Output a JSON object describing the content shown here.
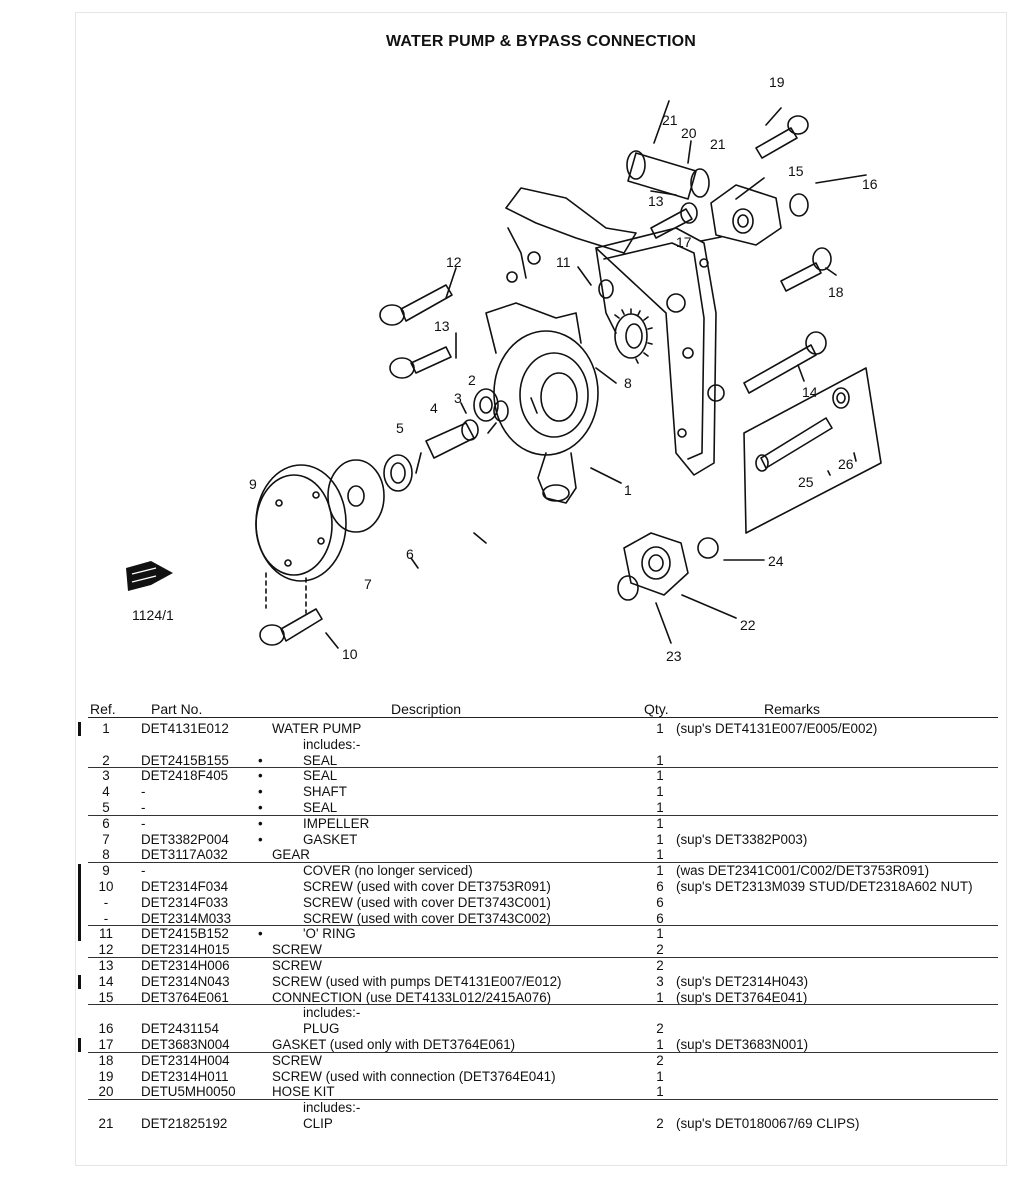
{
  "title": "WATER PUMP & BYPASS CONNECTION",
  "diagram": {
    "figure_ref": "1124/1",
    "callouts": [
      "1",
      "2",
      "3",
      "4",
      "5",
      "6",
      "7",
      "8",
      "9",
      "10",
      "11",
      "12",
      "13",
      "13",
      "14",
      "15",
      "16",
      "17",
      "18",
      "19",
      "20",
      "21",
      "21",
      "22",
      "23",
      "24",
      "25",
      "26"
    ]
  },
  "columns": {
    "ref": "Ref.",
    "part": "Part No.",
    "desc": "Description",
    "qty": "Qty.",
    "remarks": "Remarks"
  },
  "rows": [
    {
      "ref": "1",
      "part": "DET4131E012",
      "bullet": "",
      "desc": "WATER PUMP",
      "qty": "1",
      "remarks": "(sup's DET4131E007/E005/E002)"
    },
    {
      "ref": "",
      "part": "",
      "bullet": "",
      "desc": "includes:-",
      "qty": "",
      "remarks": ""
    },
    {
      "ref": "2",
      "part": "DET2415B155",
      "bullet": "•",
      "desc": "SEAL",
      "qty": "1",
      "remarks": ""
    },
    {
      "ref": "3",
      "part": "DET2418F405",
      "bullet": "•",
      "desc": "SEAL",
      "qty": "1",
      "remarks": ""
    },
    {
      "ref": "4",
      "part": "-",
      "bullet": "•",
      "desc": "SHAFT",
      "qty": "1",
      "remarks": ""
    },
    {
      "ref": "5",
      "part": "-",
      "bullet": "•",
      "desc": "SEAL",
      "qty": "1",
      "remarks": ""
    },
    {
      "ref": "6",
      "part": "-",
      "bullet": "•",
      "desc": "IMPELLER",
      "qty": "1",
      "remarks": ""
    },
    {
      "ref": "7",
      "part": "DET3382P004",
      "bullet": "•",
      "desc": "GASKET",
      "qty": "1",
      "remarks": "(sup's DET3382P003)"
    },
    {
      "ref": "8",
      "part": "DET3117A032",
      "bullet": "",
      "desc": "GEAR",
      "qty": "1",
      "remarks": ""
    },
    {
      "ref": "9",
      "part": "-",
      "bullet": "",
      "desc": "COVER  (no longer serviced)",
      "qty": "1",
      "remarks": "(was DET2341C001/C002/DET3753R091)"
    },
    {
      "ref": "10",
      "part": "DET2314F034",
      "bullet": "",
      "desc": "SCREW  (used with cover DET3753R091)",
      "qty": "6",
      "remarks": "(sup's DET2313M039 STUD/DET2318A602 NUT)"
    },
    {
      "ref": "-",
      "part": "DET2314F033",
      "bullet": "",
      "desc": "SCREW  (used with cover DET3743C001)",
      "qty": "6",
      "remarks": ""
    },
    {
      "ref": "-",
      "part": "DET2314M033",
      "bullet": "",
      "desc": "SCREW  (used with cover DET3743C002)",
      "qty": "6",
      "remarks": ""
    },
    {
      "ref": "11",
      "part": "DET2415B152",
      "bullet": "•",
      "desc": "'O' RING",
      "qty": "1",
      "remarks": ""
    },
    {
      "ref": "12",
      "part": "DET2314H015",
      "bullet": "",
      "desc": "SCREW",
      "qty": "2",
      "remarks": ""
    },
    {
      "ref": "13",
      "part": "DET2314H006",
      "bullet": "",
      "desc": "SCREW",
      "qty": "2",
      "remarks": ""
    },
    {
      "ref": "14",
      "part": "DET2314N043",
      "bullet": "",
      "desc": "SCREW  (used with pumps DET4131E007/E012)",
      "qty": "3",
      "remarks": "(sup's DET2314H043)"
    },
    {
      "ref": "15",
      "part": "DET3764E061",
      "bullet": "",
      "desc": "CONNECTION  (use DET4133L012/2415A076)",
      "qty": "1",
      "remarks": "(sup's DET3764E041)"
    },
    {
      "ref": "",
      "part": "",
      "bullet": "",
      "desc": "includes:-",
      "qty": "",
      "remarks": ""
    },
    {
      "ref": "16",
      "part": "DET2431154",
      "bullet": "",
      "desc": "PLUG",
      "qty": "2",
      "remarks": ""
    },
    {
      "ref": "17",
      "part": "DET3683N004",
      "bullet": "",
      "desc": "GASKET  (used only with DET3764E061)",
      "qty": "1",
      "remarks": "(sup's DET3683N001)"
    },
    {
      "ref": "18",
      "part": "DET2314H004",
      "bullet": "",
      "desc": "SCREW",
      "qty": "2",
      "remarks": ""
    },
    {
      "ref": "19",
      "part": "DET2314H011",
      "bullet": "",
      "desc": "SCREW  (used with connection (DET3764E041)",
      "qty": "1",
      "remarks": ""
    },
    {
      "ref": "20",
      "part": "DETU5MH0050",
      "bullet": "",
      "desc": "HOSE KIT",
      "qty": "1",
      "remarks": ""
    },
    {
      "ref": "",
      "part": "",
      "bullet": "",
      "desc": "includes:-",
      "qty": "",
      "remarks": ""
    },
    {
      "ref": "21",
      "part": "DET21825192",
      "bullet": "",
      "desc": "CLIP",
      "qty": "2",
      "remarks": "(sup's DET0180067/69 CLIPS)"
    }
  ]
}
